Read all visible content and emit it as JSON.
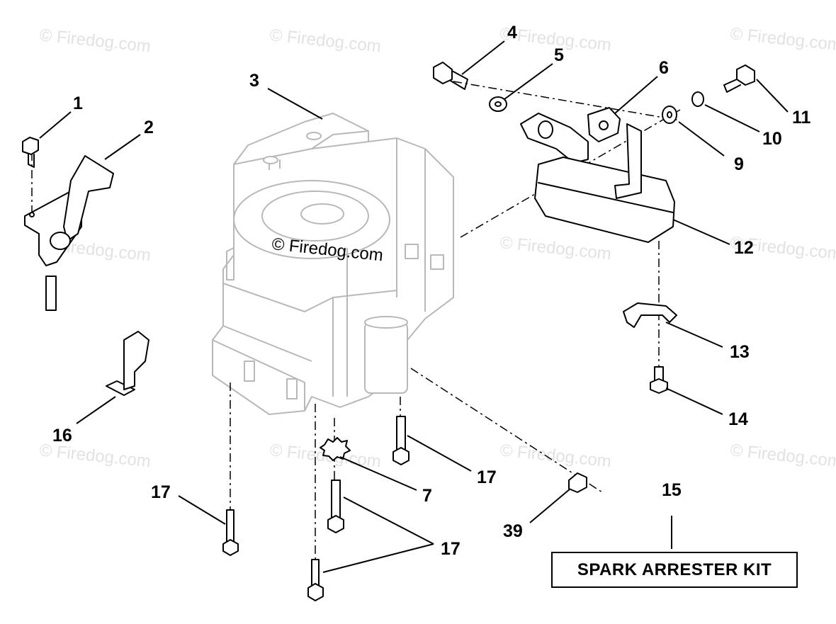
{
  "watermark": "© Firedog.com",
  "callouts": {
    "c1": "1",
    "c2": "2",
    "c3": "3",
    "c4": "4",
    "c5": "5",
    "c6": "6",
    "c7": "7",
    "c9": "9",
    "c10": "10",
    "c11": "11",
    "c12": "12",
    "c13": "13",
    "c14": "14",
    "c15": "15",
    "c16": "16",
    "c17a": "17",
    "c17b": "17",
    "c17c": "17",
    "c39": "39"
  },
  "kit_label": "SPARK ARRESTER KIT",
  "colors": {
    "line": "#000000",
    "engine": "#b8b8b8",
    "watermark": "#e2e2e2"
  }
}
